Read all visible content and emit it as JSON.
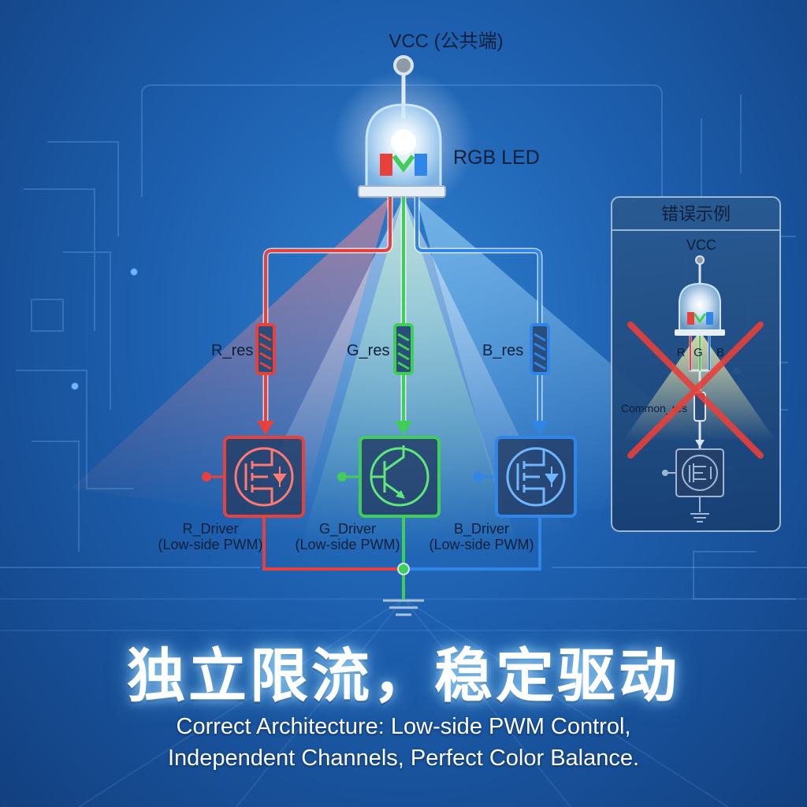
{
  "diagram": {
    "vcc_label": "VCC (公共端)",
    "led_label": "RGB LED",
    "channels": [
      {
        "id": "r",
        "res_label": "R_res",
        "driver_label": "R_Driver",
        "driver_note": "(Low-side PWM)",
        "color": "#e8413c"
      },
      {
        "id": "g",
        "res_label": "G_res",
        "driver_label": "G_Driver",
        "driver_note": "(Low-side PWM)",
        "color": "#3fcf58"
      },
      {
        "id": "b",
        "res_label": "B_res",
        "driver_label": "B_Driver",
        "driver_note": "(Low-side PWM)",
        "color": "#2f86e8"
      }
    ]
  },
  "wrong_example": {
    "title": "错误示例",
    "vcc_label": "VCC",
    "pin_labels": [
      "R",
      "G",
      "B"
    ],
    "res_label": "Common_res"
  },
  "headline": "独立限流，稳定驱动",
  "subtitle": {
    "line1": "Correct Architecture: Low-side PWM Control,",
    "line2": "Independent Channels, Perfect Color Balance."
  },
  "colors": {
    "red": "#e8413c",
    "green": "#3fcf58",
    "blue": "#2f86e8",
    "wire": "#d9e4ee",
    "cross": "#e8403a"
  }
}
